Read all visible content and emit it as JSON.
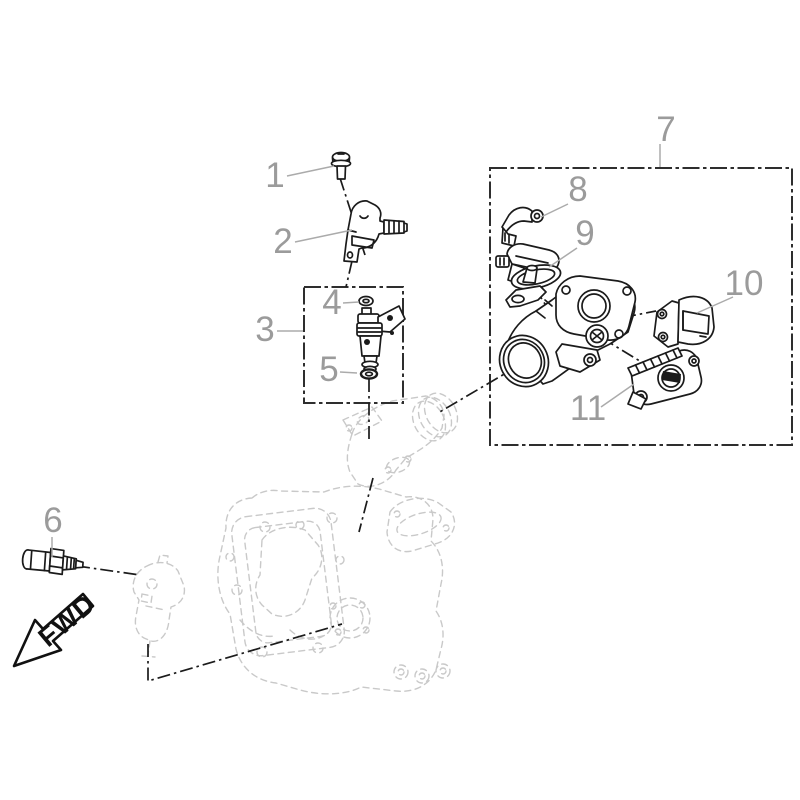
{
  "diagram": {
    "background": "#ffffff",
    "colors": {
      "part_line": "#1b1b1b",
      "label_text": "#9b9b9b",
      "label_leader": "#ababab",
      "ghost_line": "#c9c9c9",
      "group_box": "#2e2e2e"
    },
    "labels": {
      "part1": "1",
      "part2": "2",
      "part3": "3",
      "part4": "4",
      "part5": "5",
      "part6": "6",
      "part7": "7",
      "part8": "8",
      "part9": "9",
      "part10": "10",
      "part11": "11"
    },
    "direction_indicator": "FWD"
  }
}
